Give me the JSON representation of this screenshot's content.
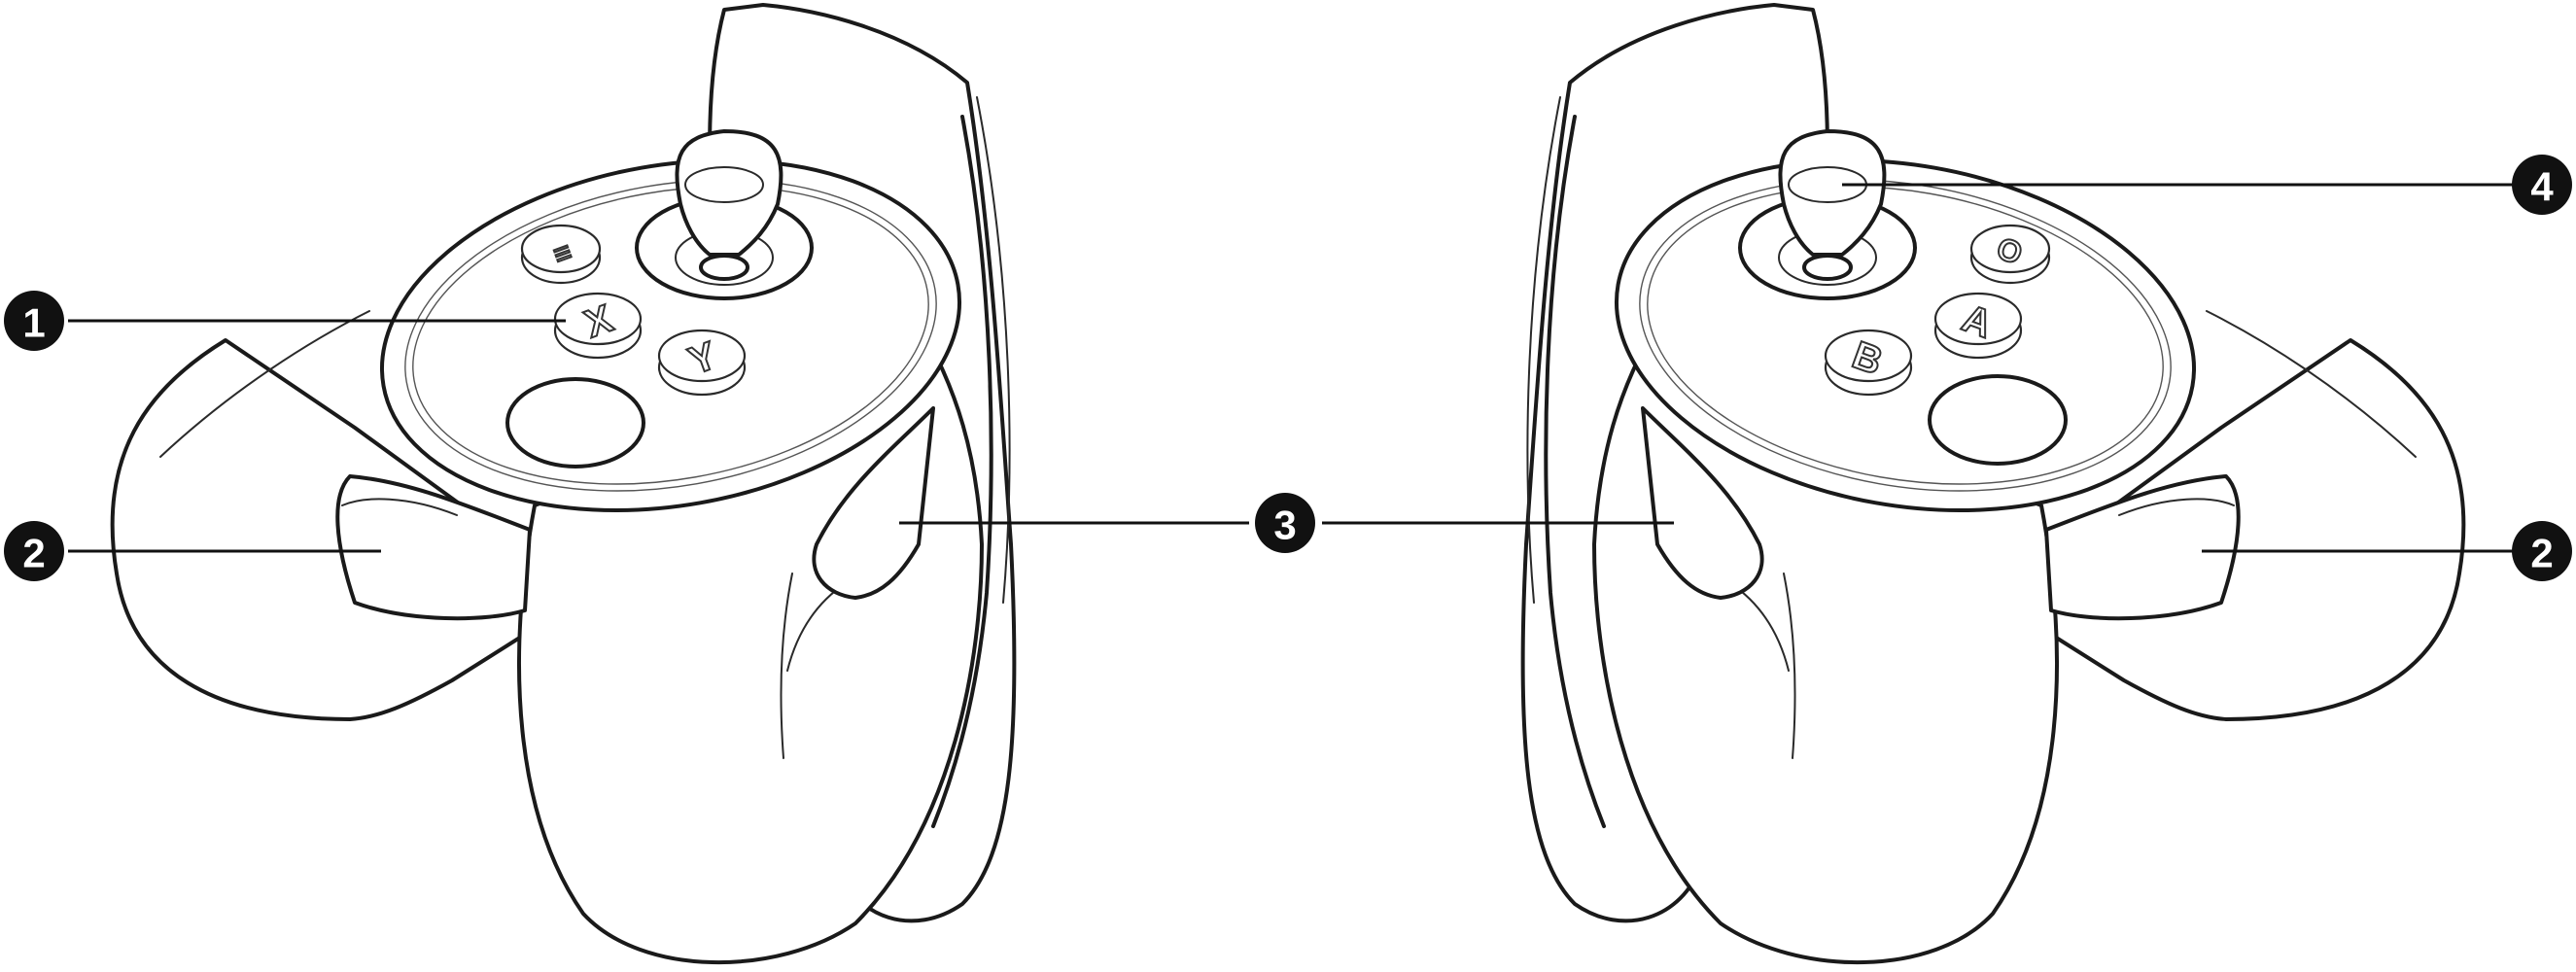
{
  "callouts": [
    {
      "id": "1",
      "label": "1"
    },
    {
      "id": "2",
      "label": "2"
    },
    {
      "id": "3",
      "label": "3"
    },
    {
      "id": "4",
      "label": "4"
    }
  ],
  "left_controller": {
    "buttons": {
      "x": "X",
      "y": "Y",
      "menu": "≡"
    }
  },
  "right_controller": {
    "buttons": {
      "a": "A",
      "b": "B",
      "oculus": "O"
    }
  },
  "colors": {
    "line": "#1a1a1a",
    "badge": "#111111",
    "background": "#ffffff"
  }
}
